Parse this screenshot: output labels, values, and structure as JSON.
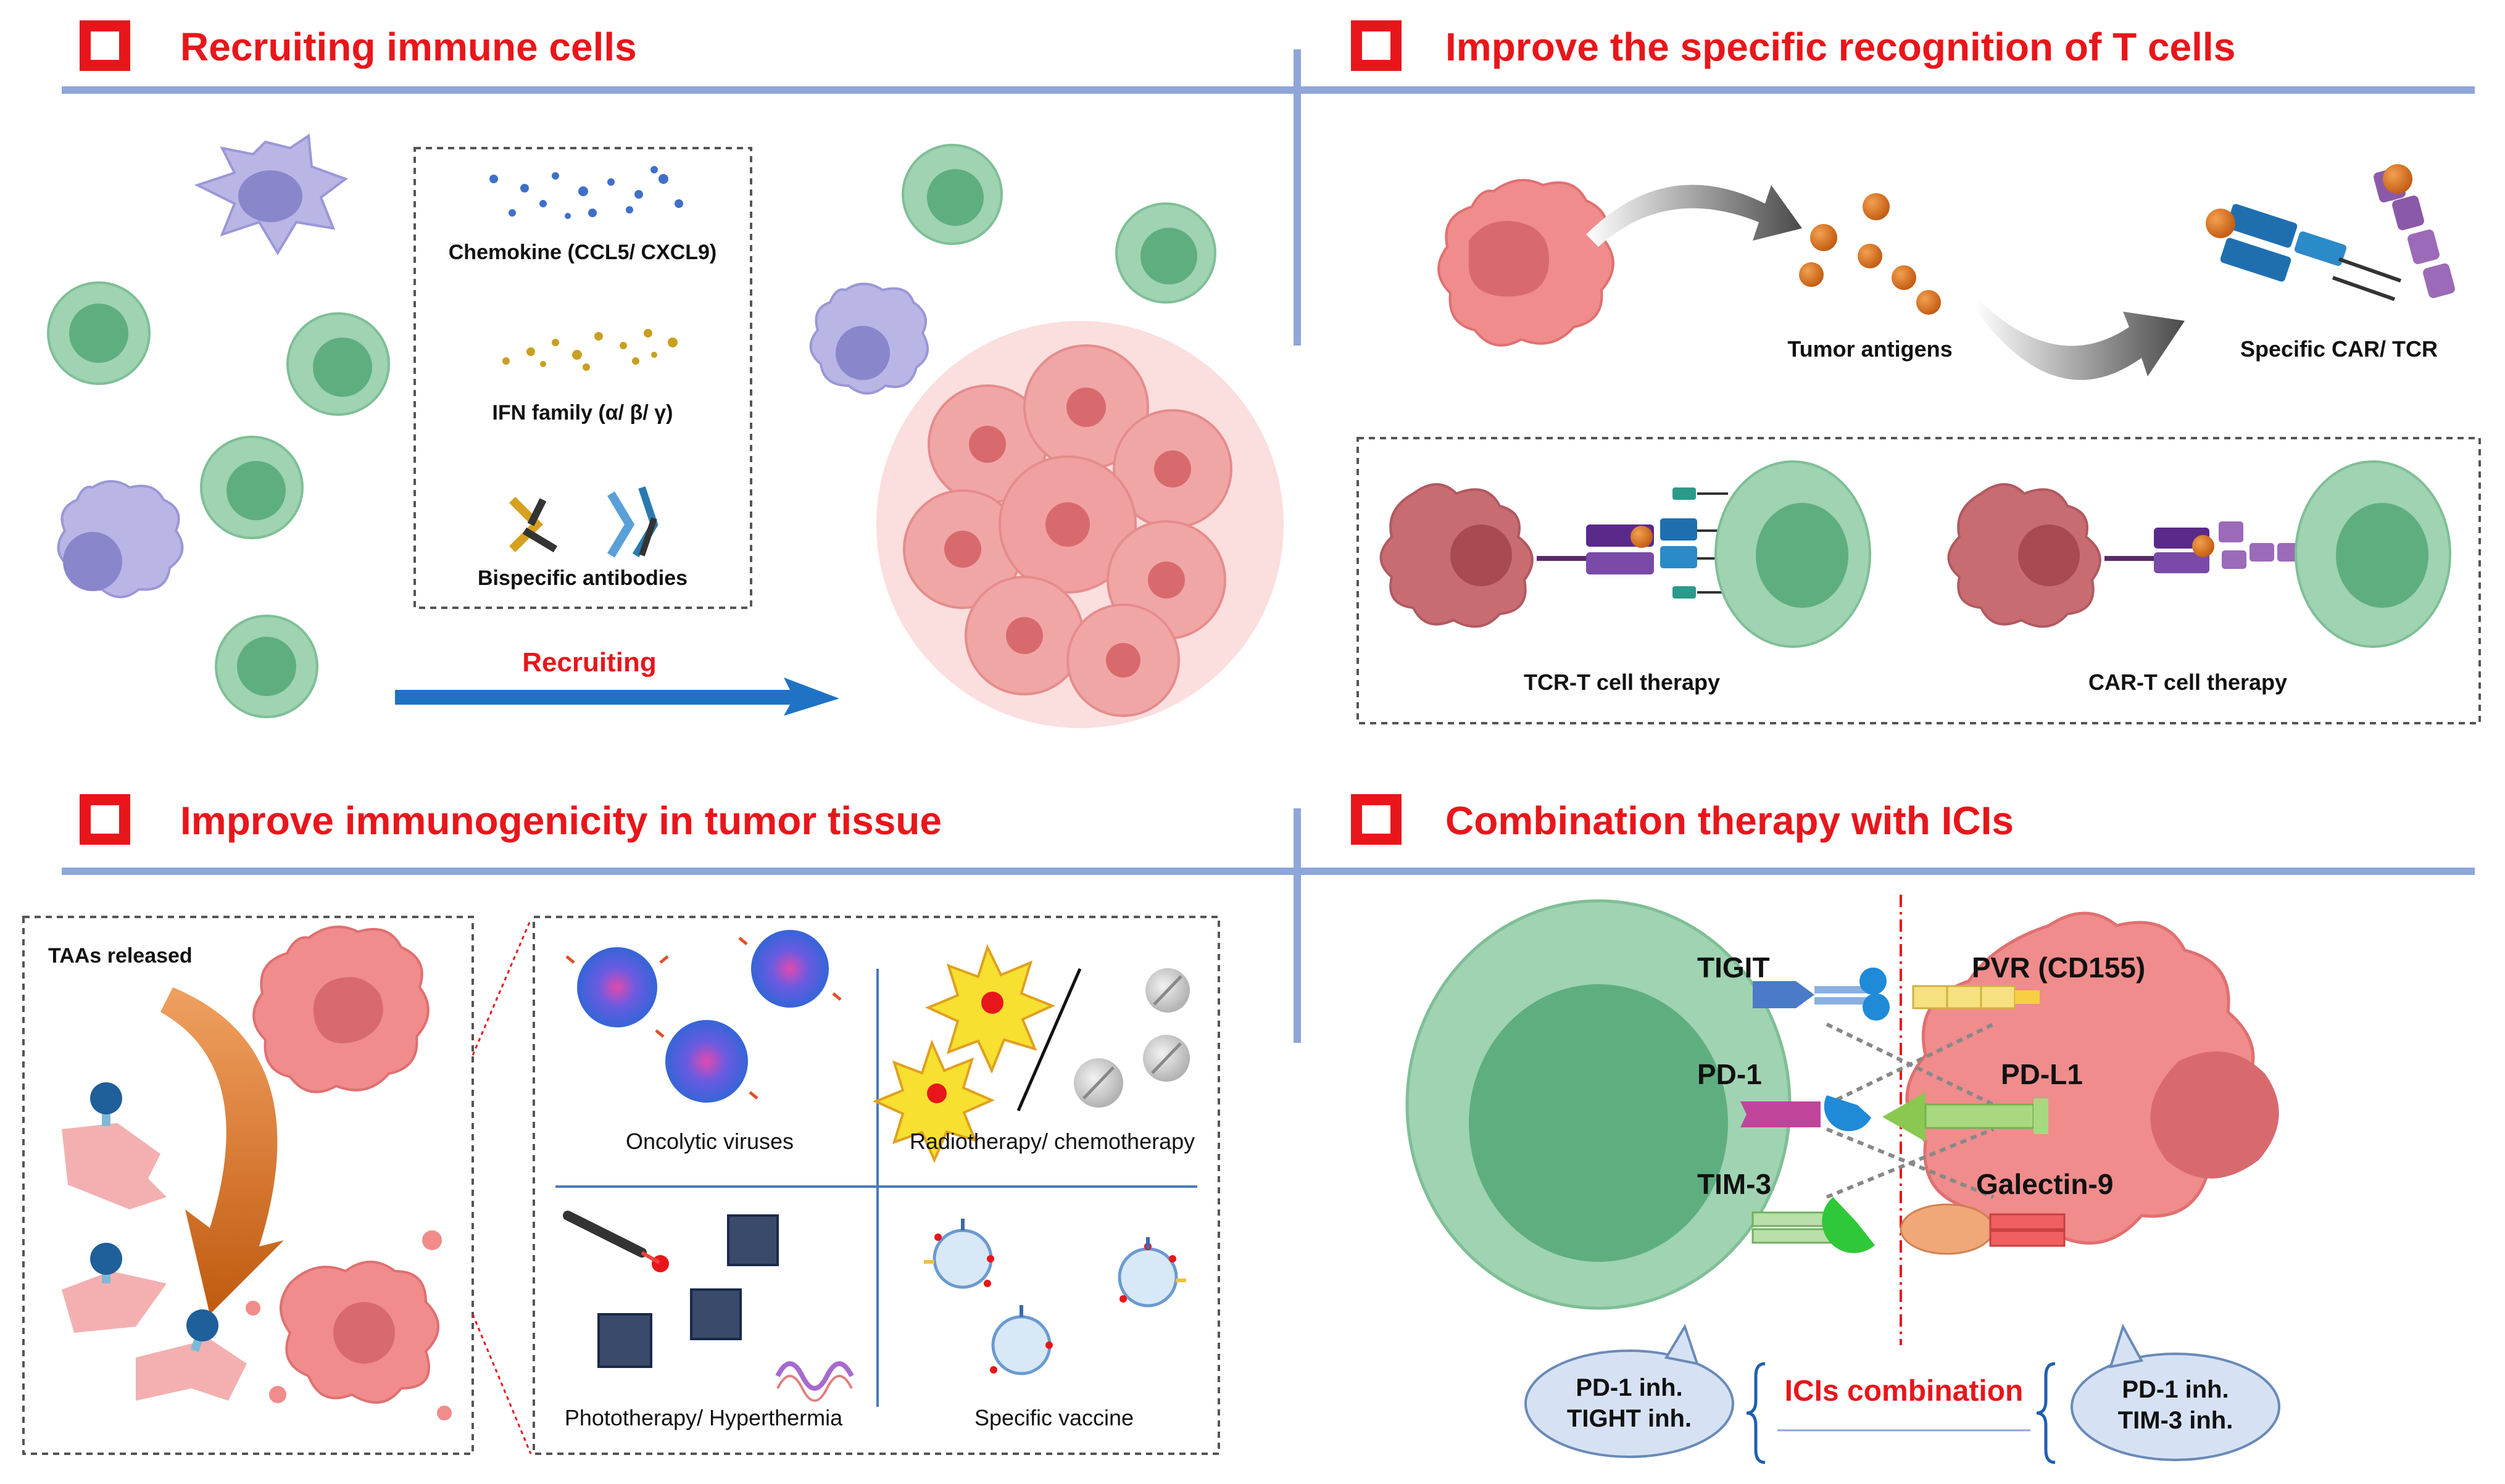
{
  "panels": {
    "top_left": {
      "title": "Recruiting immune cells",
      "legend": {
        "chemokine": "Chemokine (CCL5/ CXCL9)",
        "ifn": "IFN family (α/ β/ γ)",
        "bispecific": "Bispecific antibodies"
      },
      "arrow_label": "Recruiting"
    },
    "top_right": {
      "title": "Improve the specific recognition of T cells",
      "tumor_antigens": "Tumor antigens",
      "specific_receptor": "Specific CAR/ TCR",
      "tcr_therapy": "TCR-T cell therapy",
      "car_therapy": "CAR-T cell therapy"
    },
    "bottom_left": {
      "title": "Improve immunogenicity in tumor tissue",
      "taas_released": "TAAs released",
      "quadrants": {
        "oncolytic": "Oncolytic viruses",
        "radio": "Radiotherapy/ chemotherapy",
        "photo": "Phototherapy/ Hyperthermia",
        "vaccine": "Specific vaccine"
      }
    },
    "bottom_right": {
      "title": "Combination therapy with ICIs",
      "labels": {
        "tigit": "TIGIT",
        "pd1": "PD-1",
        "tim3": "TIM-3",
        "pvr": "PVR (CD155)",
        "pdl1": "PD-L1",
        "galectin": "Galectin-9"
      },
      "bubble_left": {
        "line1": "PD-1 inh.",
        "line2": "TIGHT inh."
      },
      "combination": "ICIs combination",
      "bubble_right": {
        "line1": "PD-1 inh.",
        "line2": "TIM-3 inh."
      }
    }
  },
  "colors": {
    "title_red": "#e8161b",
    "divider_blue": "#8fa6da",
    "tcell_green": "#9fd3b1",
    "tcell_nucleus": "#5fae80",
    "tumor_pink": "#f08c8c",
    "tumor_nucleus": "#d86a6e",
    "macrophage_purple": "#b9b6e6",
    "arrow_blue": "#1f72c4"
  }
}
